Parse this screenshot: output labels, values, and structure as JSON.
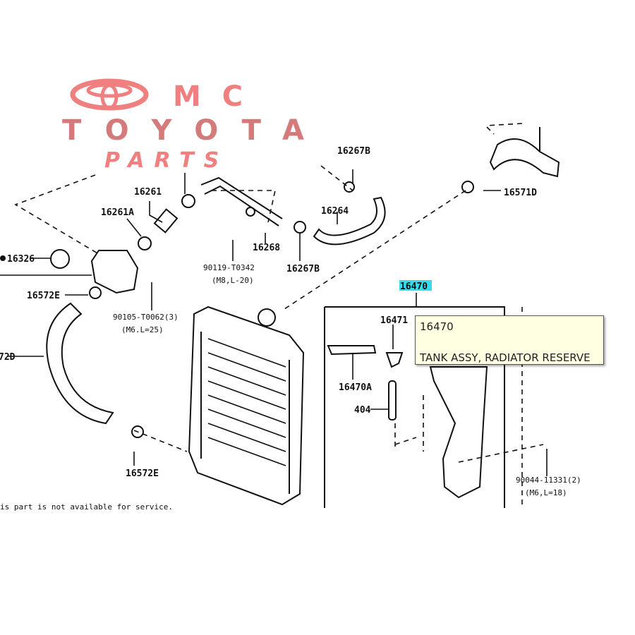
{
  "logo": {
    "line1": "MC",
    "line2": "TOYOTA",
    "line3": "PARTS",
    "color_top": "#f08080",
    "color_mid": "#d47a7a"
  },
  "labels": {
    "p16261": "16261",
    "p16261a": "16261A",
    "p16326": "16326",
    "p16572e_top": "16572E",
    "p90105": "90105-T0062(3)",
    "p90105_spec": "(M6.L=25)",
    "p72d": "72D",
    "p16572e_bottom": "16572E",
    "p90119": "90119-T0342",
    "p90119_spec": "(M8,L-20)",
    "p16268": "16268",
    "p16267b_low": "16267B",
    "p16264": "16264",
    "p16267b_top": "16267B",
    "p16571d": "16571D",
    "p16470": "16470",
    "p16471": "16471",
    "p16470a": "16470A",
    "p404": "404",
    "p90044": "90044-11331(2)",
    "p90044_spec": "(M6,L=18)"
  },
  "footnote": "is part is not available for service.",
  "highlight_color": "#33ddee",
  "tooltip": {
    "part_number": "16470",
    "description": "TANK ASSY, RADIATOR RESERVE"
  }
}
